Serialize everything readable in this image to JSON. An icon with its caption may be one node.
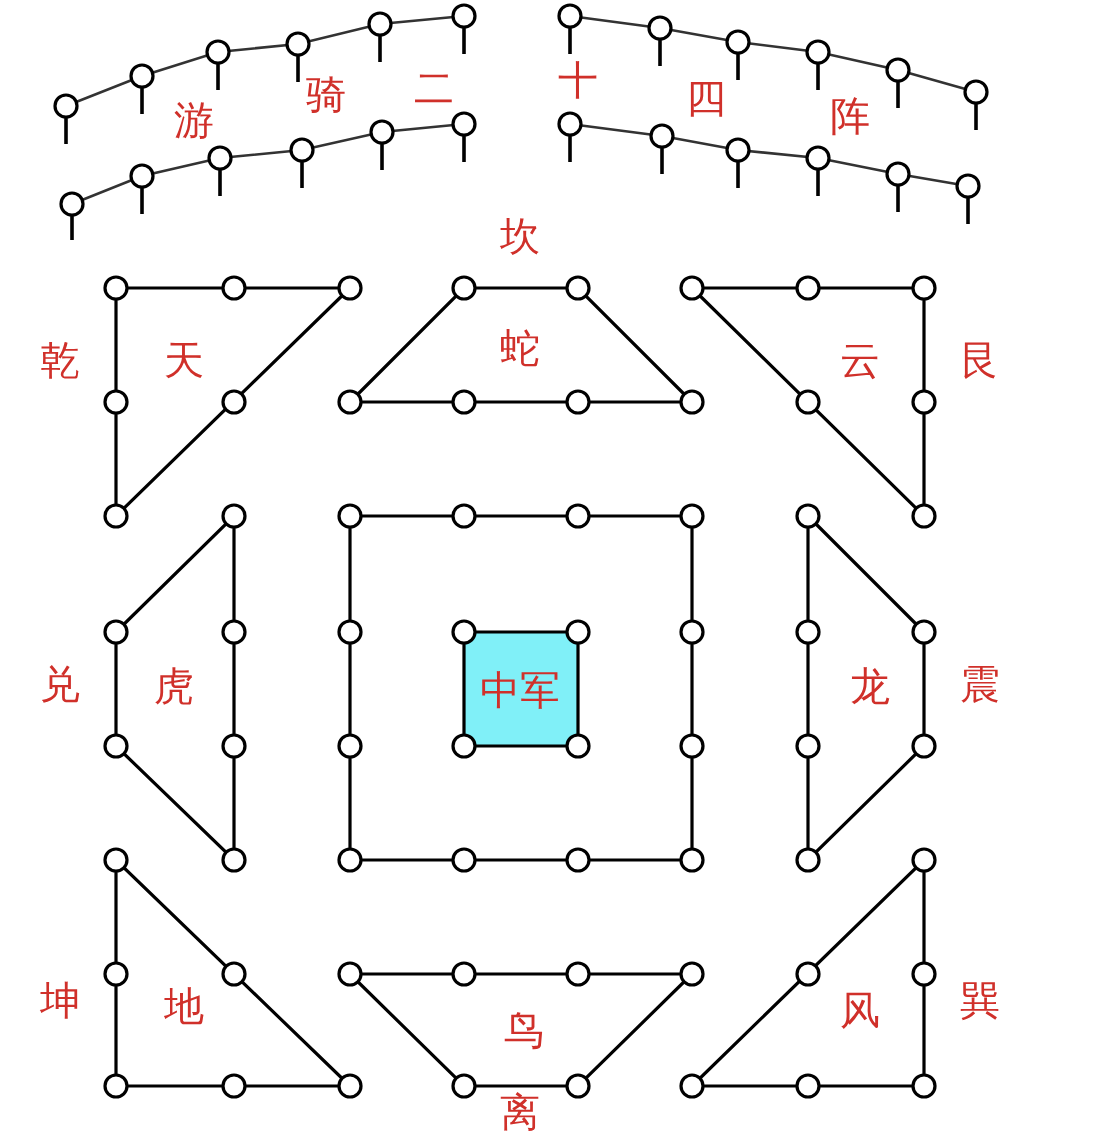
{
  "diagram": {
    "title": "游骑二十四阵",
    "nodes": [
      {
        "text": [
          "天"
        ],
        "beside": [
          "乾"
        ]
      },
      {
        "text": [
          "蛇"
        ],
        "beside": [
          "坎"
        ]
      },
      {
        "text": [
          "云"
        ],
        "beside": [
          "艮"
        ]
      },
      {
        "text": [
          "虎"
        ],
        "beside": [
          "兑"
        ]
      },
      {
        "text": [],
        "shape": "box"
      },
      {
        "text": [
          "中军"
        ],
        "in": 4
      },
      {
        "text": [
          "龙"
        ],
        "beside": [
          "震"
        ]
      },
      {
        "text": [
          "地"
        ],
        "beside": [
          "坤"
        ]
      },
      {
        "text": [
          "鸟"
        ],
        "beside": [
          "离"
        ]
      },
      {
        "text": [
          "风"
        ],
        "beside": [
          "巽"
        ]
      }
    ],
    "edges": []
  }
}
